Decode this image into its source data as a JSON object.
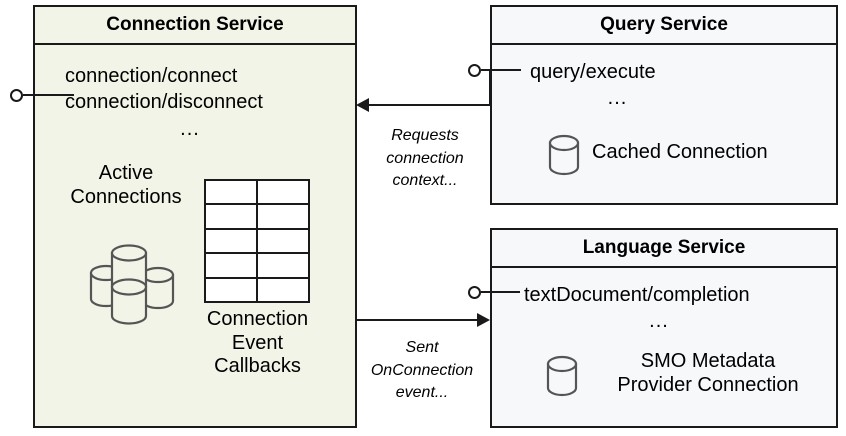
{
  "diagram": {
    "type": "uml-component-diagram",
    "background_color": "#ffffff",
    "stroke_color": "#1a1a1a"
  },
  "components": {
    "connection_service": {
      "title": "Connection Service",
      "fill_color": "#f2f4e8",
      "endpoints": [
        "connection/connect",
        "connection/disconnect"
      ],
      "ellipsis": "...",
      "artifacts": {
        "active_connections": {
          "caption_lines": [
            "Active",
            "Connections"
          ],
          "icon": "database-cluster-icon",
          "cylinder_count": 4
        },
        "connection_event_callbacks": {
          "caption_lines": [
            "Connection",
            "Event",
            "Callbacks"
          ],
          "icon": "table-grid-icon",
          "rows": 5,
          "columns": 2
        }
      }
    },
    "query_service": {
      "title": "Query Service",
      "fill_color": "#f7f8fa",
      "endpoints": [
        "query/execute"
      ],
      "ellipsis": "...",
      "artifacts": {
        "cached_connection": {
          "caption_lines": [
            "Cached Connection"
          ],
          "icon": "database-cylinder-icon"
        }
      }
    },
    "language_service": {
      "title": "Language Service",
      "fill_color": "#f7f8fa",
      "endpoints": [
        "textDocument/completion"
      ],
      "ellipsis": "...",
      "artifacts": {
        "smo_metadata_provider_connection": {
          "caption_lines": [
            "SMO Metadata",
            "Provider Connection"
          ],
          "icon": "database-cylinder-icon"
        }
      }
    }
  },
  "connections": [
    {
      "id": "query-to-connection",
      "from": "query_service",
      "to": "connection_service",
      "direction": "left",
      "label_lines": [
        "Requests",
        "connection",
        "context..."
      ]
    },
    {
      "id": "connection-to-language",
      "from": "connection_service",
      "to": "language_service",
      "direction": "right",
      "label_lines": [
        "Sent",
        "OnConnection",
        "event..."
      ]
    }
  ],
  "interface_ports": [
    {
      "id": "connection-service-port",
      "icon": "lollipop-interface-icon"
    },
    {
      "id": "query-service-port",
      "icon": "lollipop-interface-icon"
    },
    {
      "id": "language-service-port",
      "icon": "lollipop-interface-icon"
    }
  ]
}
